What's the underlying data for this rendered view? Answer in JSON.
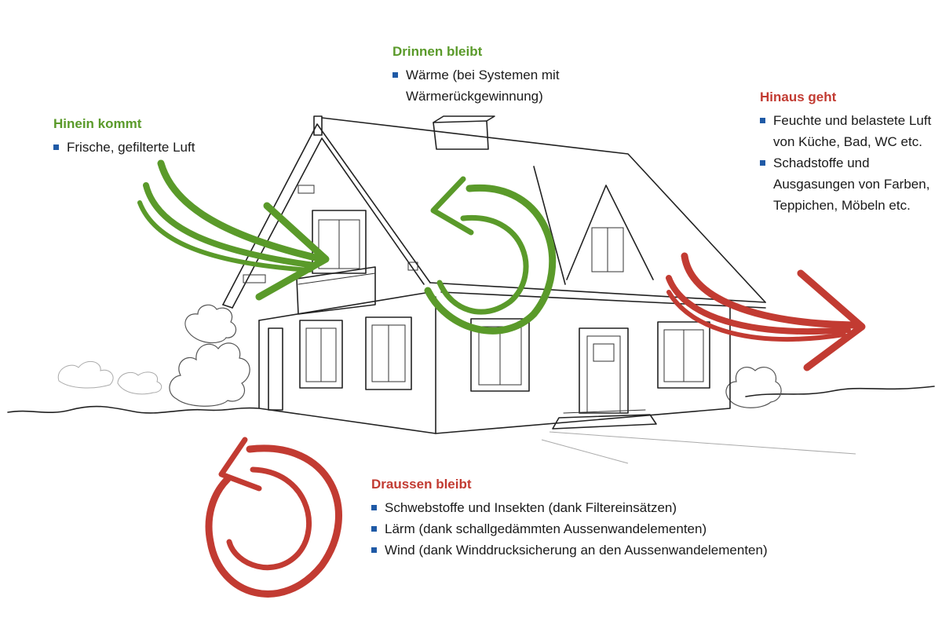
{
  "colors": {
    "green": "#5a9a2a",
    "red": "#c23b32",
    "bullet": "#1f5aa6",
    "sketch": "#222222"
  },
  "hinein": {
    "title": "Hinein kommt",
    "items": [
      "Frische, gefilterte Luft"
    ]
  },
  "drinnen": {
    "title": "Drinnen bleibt",
    "items": [
      "Wärme (bei Systemen mit Wärmerückgewinnung)"
    ]
  },
  "hinaus": {
    "title": "Hinaus geht",
    "items": [
      "Feuchte und belastete Luft von Küche, Bad, WC etc.",
      "Schadstoffe und Ausgasungen von Farben, Teppichen, Möbeln etc."
    ]
  },
  "draussen": {
    "title": "Draussen bleibt",
    "items": [
      "Schwebstoffe und Insekten (dank Filtereinsätzen)",
      "Lärm (dank schallgedämmten Aussenwandelementen)",
      "Wind (dank Winddrucksicherung an den Aussenwandelementen)"
    ]
  }
}
